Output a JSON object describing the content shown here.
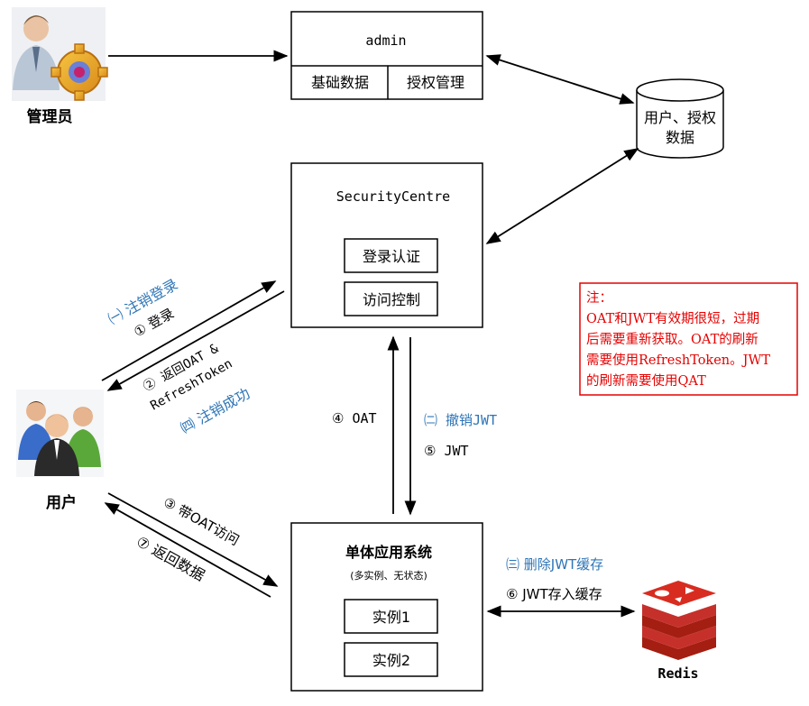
{
  "admin_actor": {
    "label": "管理员"
  },
  "user_actor": {
    "label": "用户"
  },
  "admin_box": {
    "title": "admin",
    "items": [
      "基础数据",
      "授权管理"
    ]
  },
  "db": {
    "line1": "用户、授权",
    "line2": "数据"
  },
  "security_centre": {
    "title": "SecurityCentre",
    "items": [
      "登录认证",
      "访问控制"
    ]
  },
  "app": {
    "title": "单体应用系统",
    "subtitle": "(多实例、无状态)",
    "items": [
      "实例1",
      "实例2"
    ]
  },
  "redis": {
    "label": "Redis"
  },
  "note": {
    "lines": [
      "注：",
      "OAT和JWT有效期很短，过期",
      "后需要重新获取。OAT的刷新",
      "需要使用RefreshToken。JWT",
      "的刷新需要使用QAT"
    ]
  },
  "labels": {
    "logout_start": "㈠ 注销登录",
    "login": "① 登录",
    "return_oat_1": "② 返回OAT &",
    "return_oat_2": "RefreshToken",
    "logout_success": "㈣ 注销成功",
    "oat": "④ OAT",
    "revoke_jwt": "㈡ 撤销JWT",
    "jwt": "⑤ JWT",
    "visit_with_oat": "③ 带OAT访问",
    "return_data": "⑦ 返回数据",
    "delete_jwt_cache": "㈢ 删除JWT缓存",
    "jwt_cache": "⑥ JWT存入缓存"
  },
  "colors": {
    "blue_text": "#2E75B6",
    "note_red": "#E60000",
    "line": "#000000"
  }
}
